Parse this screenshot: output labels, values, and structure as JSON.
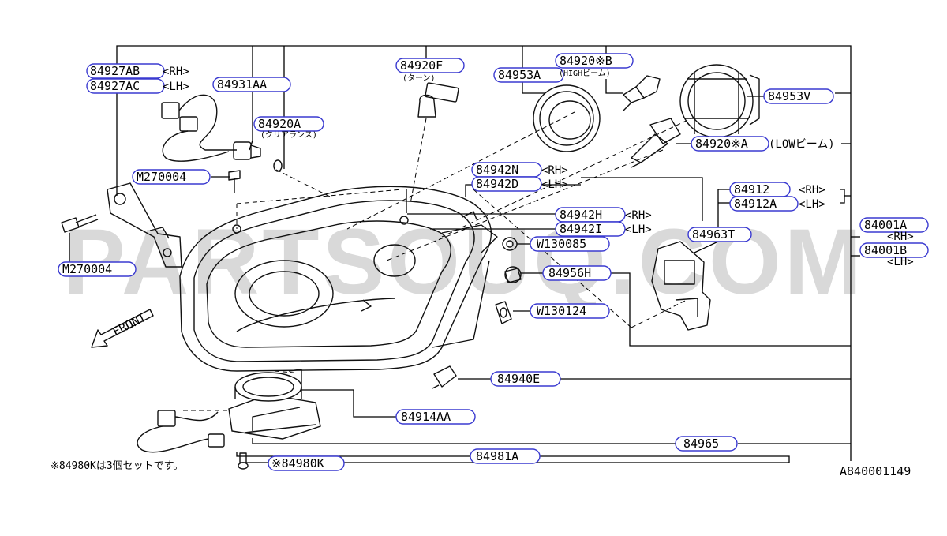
{
  "watermark": "PARTSOUQ.COM",
  "front_label": "FRONT",
  "note_text": "※84980Kは3個セットです。",
  "drawing_ref": "A840001149",
  "labels": {
    "84927AB": "84927AB",
    "84927AB_side": "<RH>",
    "84927AC": "84927AC",
    "84927AC_side": "<LH>",
    "84931AA": "84931AA",
    "84920F": "84920F",
    "84920F_sub": "(ターン)",
    "84953A": "84953A",
    "84920B": "84920※B",
    "84920B_sub": "(HIGHビーム)",
    "84920A": "84920A",
    "84920A_sub": "(クリアランス)",
    "84953V": "84953V",
    "84920A_low": "84920※A",
    "84920A_low_side": "(LOWビーム)",
    "M270004_top": "M270004",
    "84942N": "84942N",
    "84942N_side": "<RH>",
    "84942D": "84942D",
    "84942D_side": "<LH>",
    "84912": "84912",
    "84912_side": "<RH>",
    "84912A": "84912A",
    "84912A_side": "<LH>",
    "84942H": "84942H",
    "84942H_side": "<RH>",
    "84942I": "84942I",
    "84942I_side": "<LH>",
    "84001A": "84001A",
    "84001A_side": "<RH>",
    "84001B": "84001B",
    "84001B_side": "<LH>",
    "84963T": "84963T",
    "W130085": "W130085",
    "84956H": "84956H",
    "M270004_left": "M270004",
    "W130124": "W130124",
    "84940E": "84940E",
    "84914AA": "84914AA",
    "84965": "84965",
    "84981A": "84981A",
    "84980K": "※84980K"
  }
}
